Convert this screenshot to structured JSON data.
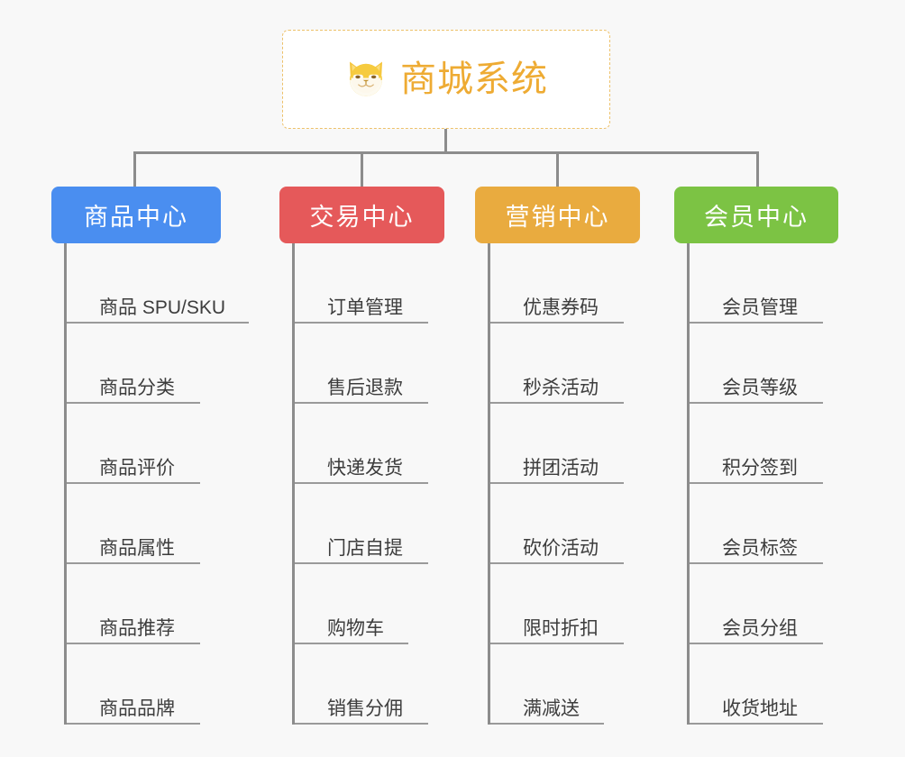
{
  "background_color": "#f8f8f8",
  "root": {
    "title": "商城系统",
    "icon": "shiba-dog-icon",
    "text_color": "#eeab33",
    "border_color": "#edc16a",
    "background": "#ffffff"
  },
  "connector_color": "#8c8c8c",
  "branches": [
    {
      "label": "商品中心",
      "color": "#4a8ef0",
      "leaves": [
        {
          "label": "商品 SPU/SKU",
          "underline_width": 202
        },
        {
          "label": "商品分类",
          "underline_width": 148
        },
        {
          "label": "商品评价",
          "underline_width": 148
        },
        {
          "label": "商品属性",
          "underline_width": 148
        },
        {
          "label": "商品推荐",
          "underline_width": 148
        },
        {
          "label": "商品品牌",
          "underline_width": 148
        }
      ]
    },
    {
      "label": "交易中心",
      "color": "#e5595a",
      "leaves": [
        {
          "label": "订单管理",
          "underline_width": 148
        },
        {
          "label": "售后退款",
          "underline_width": 148
        },
        {
          "label": "快递发货",
          "underline_width": 148
        },
        {
          "label": "门店自提",
          "underline_width": 148
        },
        {
          "label": "购物车",
          "underline_width": 126
        },
        {
          "label": "销售分佣",
          "underline_width": 148
        }
      ]
    },
    {
      "label": "营销中心",
      "color": "#e9ab3f",
      "leaves": [
        {
          "label": "优惠券码",
          "underline_width": 148
        },
        {
          "label": "秒杀活动",
          "underline_width": 148
        },
        {
          "label": "拼团活动",
          "underline_width": 148
        },
        {
          "label": "砍价活动",
          "underline_width": 148
        },
        {
          "label": "限时折扣",
          "underline_width": 148
        },
        {
          "label": "满减送",
          "underline_width": 126
        }
      ]
    },
    {
      "label": "会员中心",
      "color": "#7cc344",
      "leaves": [
        {
          "label": "会员管理",
          "underline_width": 148
        },
        {
          "label": "会员等级",
          "underline_width": 148
        },
        {
          "label": "积分签到",
          "underline_width": 148
        },
        {
          "label": "会员标签",
          "underline_width": 148
        },
        {
          "label": "会员分组",
          "underline_width": 148
        },
        {
          "label": "收货地址",
          "underline_width": 148
        }
      ]
    }
  ]
}
